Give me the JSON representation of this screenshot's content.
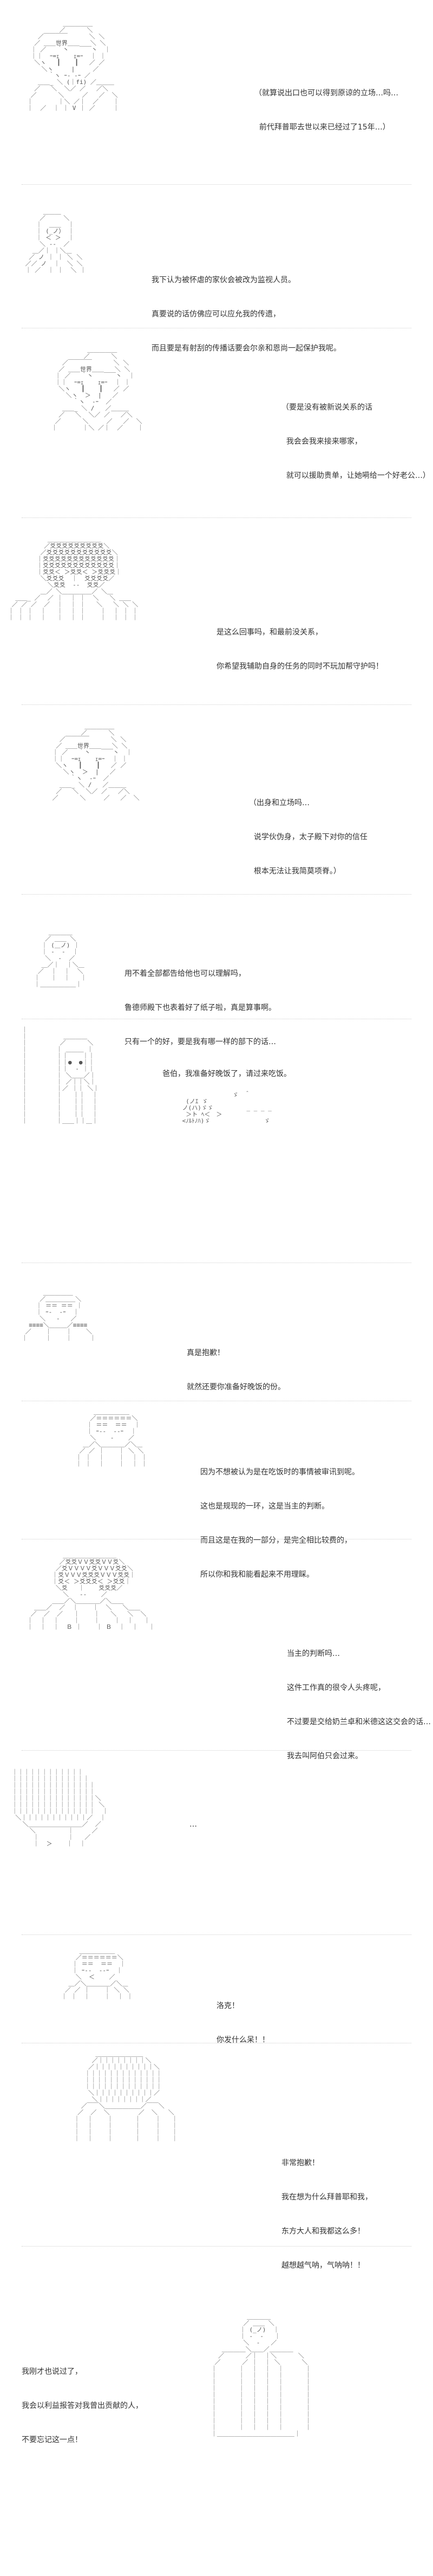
{
  "panels": [
    {
      "lines": [
        "（就算说出口也可以得到原谅的立场…吗…",
        "  前代拜普耶去世以来已经过了15年…）"
      ]
    },
    {
      "lines": [
        "我下认为被怀虐的家伙会被改为监视人员。",
        "真要说的话仿佛应可以应允我的传遗，",
        "而且要是有射刮的传播话要会尔亲和恩尚一起保护我呢。"
      ]
    },
    {
      "lines": [
        "（要是没有被新说关系的话",
        "  我会会我来接来哪家，",
        "  就可以援助贵单，让她嗬给一个好老公…）"
      ]
    },
    {
      "lines": [
        "是这么回事吗，和最前没关系，",
        "你希望我辅助自身的任务的同时不玩加帮守护吗！"
      ]
    },
    {
      "lines": [
        "（出身和立场吗…",
        "  说学伙伪身，太子殿下对你的信任",
        "  根本无法让我简莫项脊。）"
      ]
    },
    {
      "lines": [
        "用不着全部都告给他也可以理解吗，",
        "鲁德师殿下也表着好了纸子啦，真是算事啊。",
        "只有一个的好，要是我有哪一样的部下的话…"
      ]
    },
    {
      "lines": [
        "爸伯，我准备好晚饭了，请过来吃饭。"
      ]
    },
    {
      "lines": [
        "真是抱歉！",
        "就然还要你准备好晚饭的份。"
      ]
    },
    {
      "lines": [
        "因为不想被认为是在吃饭时的事情被审讯到呢。",
        "这也是规现的一环，这是当主的判断。",
        "而且这是在我的一部分，是完全相比较费的，",
        "所以你和我和能看起来不用理睬。"
      ]
    },
    {
      "lines": [
        "当主的判断吗…",
        "这件工作真的很令人头疼呢，",
        "不过要是交给奶兰卓和米德这这交会的话…",
        "我去叫阿伯只会过来。"
      ]
    },
    {
      "lines": [
        "…"
      ]
    },
    {
      "lines": [
        "洛克！",
        "你发什么呆！！"
      ]
    },
    {
      "lines": [
        "非常抱歉！",
        "我在想为什么拜普耶和我，",
        "东方大人和我都这么多！",
        "越想越气呐，气呐呐！！"
      ]
    },
    {
      "lines": [
        "我刚才也说过了，",
        "我会以利益报答对我曾出贡献的人，",
        "不要忘记这一点！"
      ]
    }
  ]
}
